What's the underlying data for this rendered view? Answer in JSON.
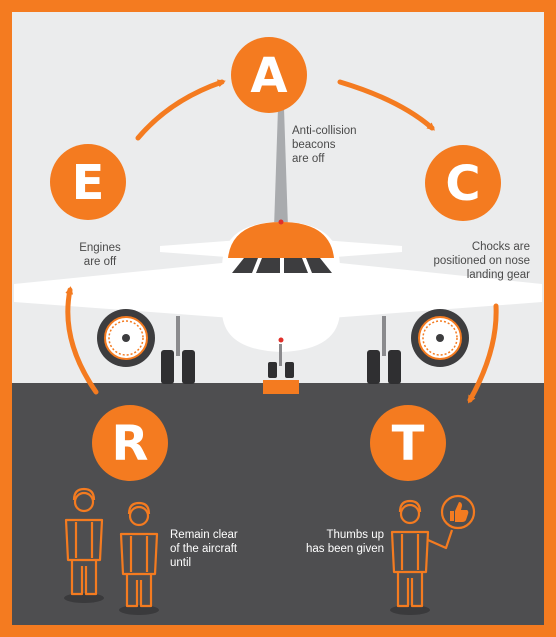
{
  "colors": {
    "accent": "#f47b20",
    "sky": "#ebeced",
    "ground": "#4e4e50",
    "aircraft": "#ffffff"
  },
  "steps": [
    {
      "letter": "A",
      "caption": "Anti-collision\nbeacons\nare off"
    },
    {
      "letter": "C",
      "caption": "Chocks are\npositioned on nose\nlanding gear"
    },
    {
      "letter": "T",
      "caption": "Thumbs up\nhas been given"
    },
    {
      "letter": "R",
      "caption": "Remain clear\nof the aircraft\nuntil"
    },
    {
      "letter": "E",
      "caption": "Engines\nare off"
    }
  ],
  "icons": [
    "arrow-icon",
    "aircraft-icon",
    "ground-crew-icon",
    "thumbs-up-icon"
  ]
}
